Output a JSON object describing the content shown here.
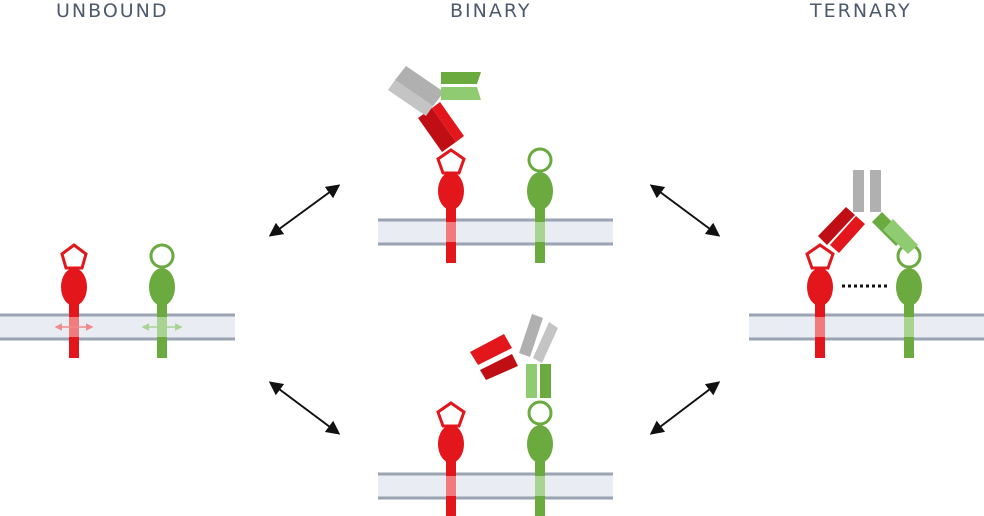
{
  "labels": {
    "unbound": "UNBOUND",
    "binary": "BINARY",
    "ternary": "TERNARY"
  },
  "colors": {
    "label_text": "#4d5a6e",
    "receptor_red": "#e3161b",
    "receptor_red_dark": "#c00f14",
    "receptor_green": "#6aaa3f",
    "receptor_green_light": "#8fcb70",
    "antibody_gray": "#b0b0b0",
    "membrane_fill": "#e9edf3",
    "membrane_line": "#9aa3b1",
    "arrow": "#111111"
  },
  "icons": [
    "pentagon-ligand-icon",
    "circle-ligand-icon",
    "double-arrow-icon"
  ]
}
